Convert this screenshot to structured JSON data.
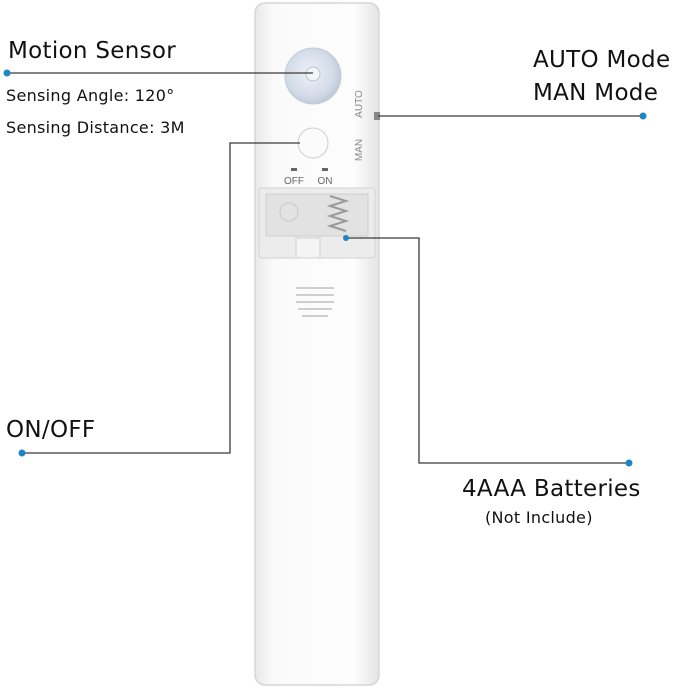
{
  "motion_sensor": {
    "title": "Motion Sensor",
    "sensing_angle": "Sensing Angle: 120°",
    "sensing_distance": "Sensing Distance: 3M"
  },
  "mode_switch": {
    "auto_label": "AUTO Mode",
    "man_label": "MAN Mode",
    "device_auto_mark": "AUTO",
    "device_man_mark": "MAN"
  },
  "power_switch": {
    "label": "ON/OFF",
    "device_off_mark": "OFF",
    "device_on_mark": "ON"
  },
  "batteries": {
    "label": "4AAA Batteries",
    "note": "(Not Include)"
  },
  "colors": {
    "leader_line": "#3a3a3a",
    "leader_dot": "#1f86c4",
    "device_body": "#f5f5f5",
    "device_outline": "#dcdcdc",
    "sensor_lens": "#cfd8e6"
  }
}
